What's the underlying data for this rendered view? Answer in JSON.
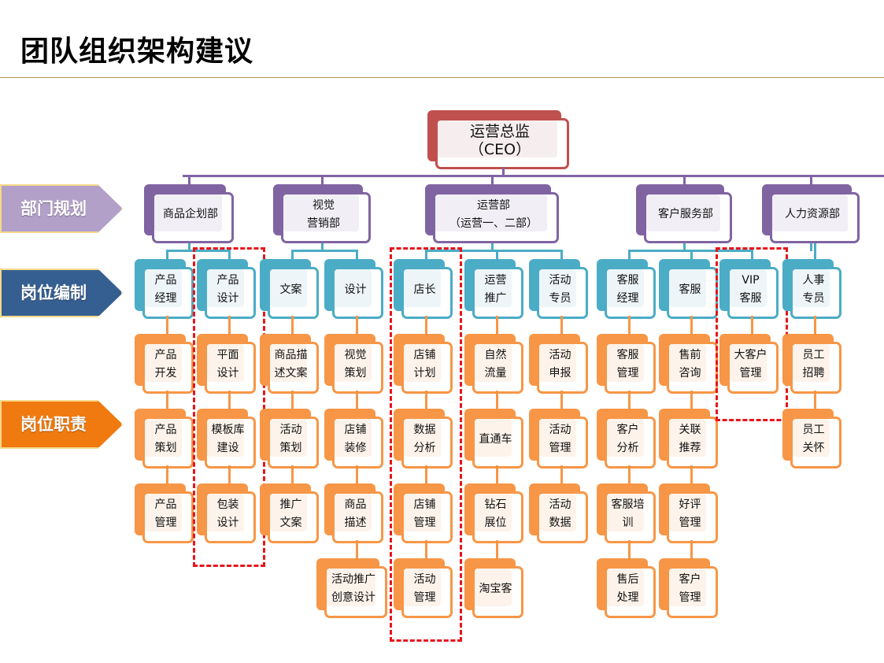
{
  "page": {
    "title": "团队组织架构建议"
  },
  "colors": {
    "ceo": "#c0504d",
    "dept": "#8064a2",
    "role": "#4bacc6",
    "duty": "#f79646",
    "highlight": "#e8141b",
    "rule": "#b5945a"
  },
  "legend": [
    {
      "label": "部门规划",
      "color": "#b3a0c9"
    },
    {
      "label": "岗位编制",
      "color": "#365f91"
    },
    {
      "label": "岗位职责",
      "color": "#f07a10"
    }
  ],
  "ceo": {
    "label": "运营总监\n（CEO）"
  },
  "departments": [
    {
      "label": "商品企划部",
      "roles": [
        {
          "label": "产品\n经理",
          "duties": [
            "产品\n开发",
            "产品\n策划",
            "产品\n管理"
          ]
        },
        {
          "label": "产品\n设计",
          "highlighted": true,
          "duties": [
            "平面\n设计",
            "模板库\n建设",
            "包装\n设计"
          ]
        }
      ]
    },
    {
      "label": "视觉\n营销部",
      "roles": [
        {
          "label": "文案",
          "duties": [
            "商品描\n述文案",
            "活动\n策划",
            "推广\n文案"
          ]
        },
        {
          "label": "设计",
          "duties": [
            "视觉\n策划",
            "店铺\n装修",
            "商品\n描述",
            "活动推广\n创意设计"
          ]
        }
      ]
    },
    {
      "label": "运营部\n（运营一、二部）",
      "roles": [
        {
          "label": "店长",
          "highlighted": true,
          "duties": [
            "店铺\n计划",
            "数据\n分析",
            "店铺\n管理",
            "活动\n管理"
          ]
        },
        {
          "label": "运营\n推广",
          "duties": [
            "自然\n流量",
            "直通车",
            "钻石\n展位",
            "淘宝客"
          ]
        },
        {
          "label": "活动\n专员",
          "duties": [
            "活动\n申报",
            "活动\n管理",
            "活动\n数据"
          ]
        }
      ]
    },
    {
      "label": "客户服务部",
      "roles": [
        {
          "label": "客服\n经理",
          "duties": [
            "客服\n管理",
            "客户\n分析",
            "客服培\n训",
            "售后\n处理"
          ]
        },
        {
          "label": "客服",
          "duties": [
            "售前\n咨询",
            "关联\n推荐",
            "好评\n管理",
            "客户\n管理"
          ]
        },
        {
          "label": "VIP\n客服",
          "highlighted": true,
          "duties": [
            "大客户\n管理"
          ]
        }
      ]
    },
    {
      "label": "人力资源部",
      "roles": [
        {
          "label": "人事\n专员",
          "duties": [
            "员工\n招聘",
            "员工\n关怀"
          ]
        }
      ]
    }
  ]
}
